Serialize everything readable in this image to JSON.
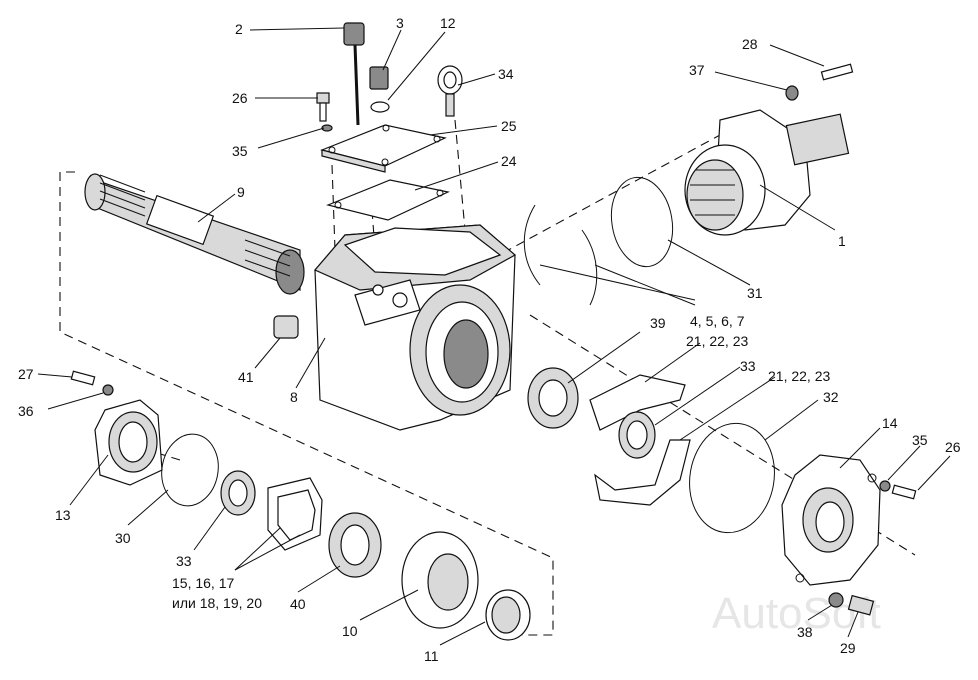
{
  "watermark": "AutoSoft",
  "callouts": [
    {
      "id": "c-2",
      "text": "2"
    },
    {
      "id": "c-3",
      "text": "3"
    },
    {
      "id": "c-12",
      "text": "12"
    },
    {
      "id": "c-34",
      "text": "34"
    },
    {
      "id": "c-26a",
      "text": "26"
    },
    {
      "id": "c-25",
      "text": "25"
    },
    {
      "id": "c-35a",
      "text": "35"
    },
    {
      "id": "c-24",
      "text": "24"
    },
    {
      "id": "c-9",
      "text": "9"
    },
    {
      "id": "c-28",
      "text": "28"
    },
    {
      "id": "c-37",
      "text": "37"
    },
    {
      "id": "c-1",
      "text": "1"
    },
    {
      "id": "c-31",
      "text": "31"
    },
    {
      "id": "c-4567",
      "text": "4, 5, 6, 7"
    },
    {
      "id": "c-39",
      "text": "39"
    },
    {
      "id": "c-212223a",
      "text": "21, 22, 23"
    },
    {
      "id": "c-33a",
      "text": "33"
    },
    {
      "id": "c-212223b",
      "text": "21, 22, 23"
    },
    {
      "id": "c-32",
      "text": "32"
    },
    {
      "id": "c-14",
      "text": "14"
    },
    {
      "id": "c-35b",
      "text": "35"
    },
    {
      "id": "c-26b",
      "text": "26"
    },
    {
      "id": "c-41",
      "text": "41"
    },
    {
      "id": "c-8",
      "text": "8"
    },
    {
      "id": "c-27",
      "text": "27"
    },
    {
      "id": "c-36",
      "text": "36"
    },
    {
      "id": "c-13",
      "text": "13"
    },
    {
      "id": "c-30",
      "text": "30"
    },
    {
      "id": "c-33b",
      "text": "33"
    },
    {
      "id": "c-151617",
      "text": "15, 16, 17"
    },
    {
      "id": "c-181920",
      "text": "или 18, 19, 20"
    },
    {
      "id": "c-40",
      "text": "40"
    },
    {
      "id": "c-10",
      "text": "10"
    },
    {
      "id": "c-11",
      "text": "11"
    },
    {
      "id": "c-38",
      "text": "38"
    },
    {
      "id": "c-29",
      "text": "29"
    }
  ]
}
